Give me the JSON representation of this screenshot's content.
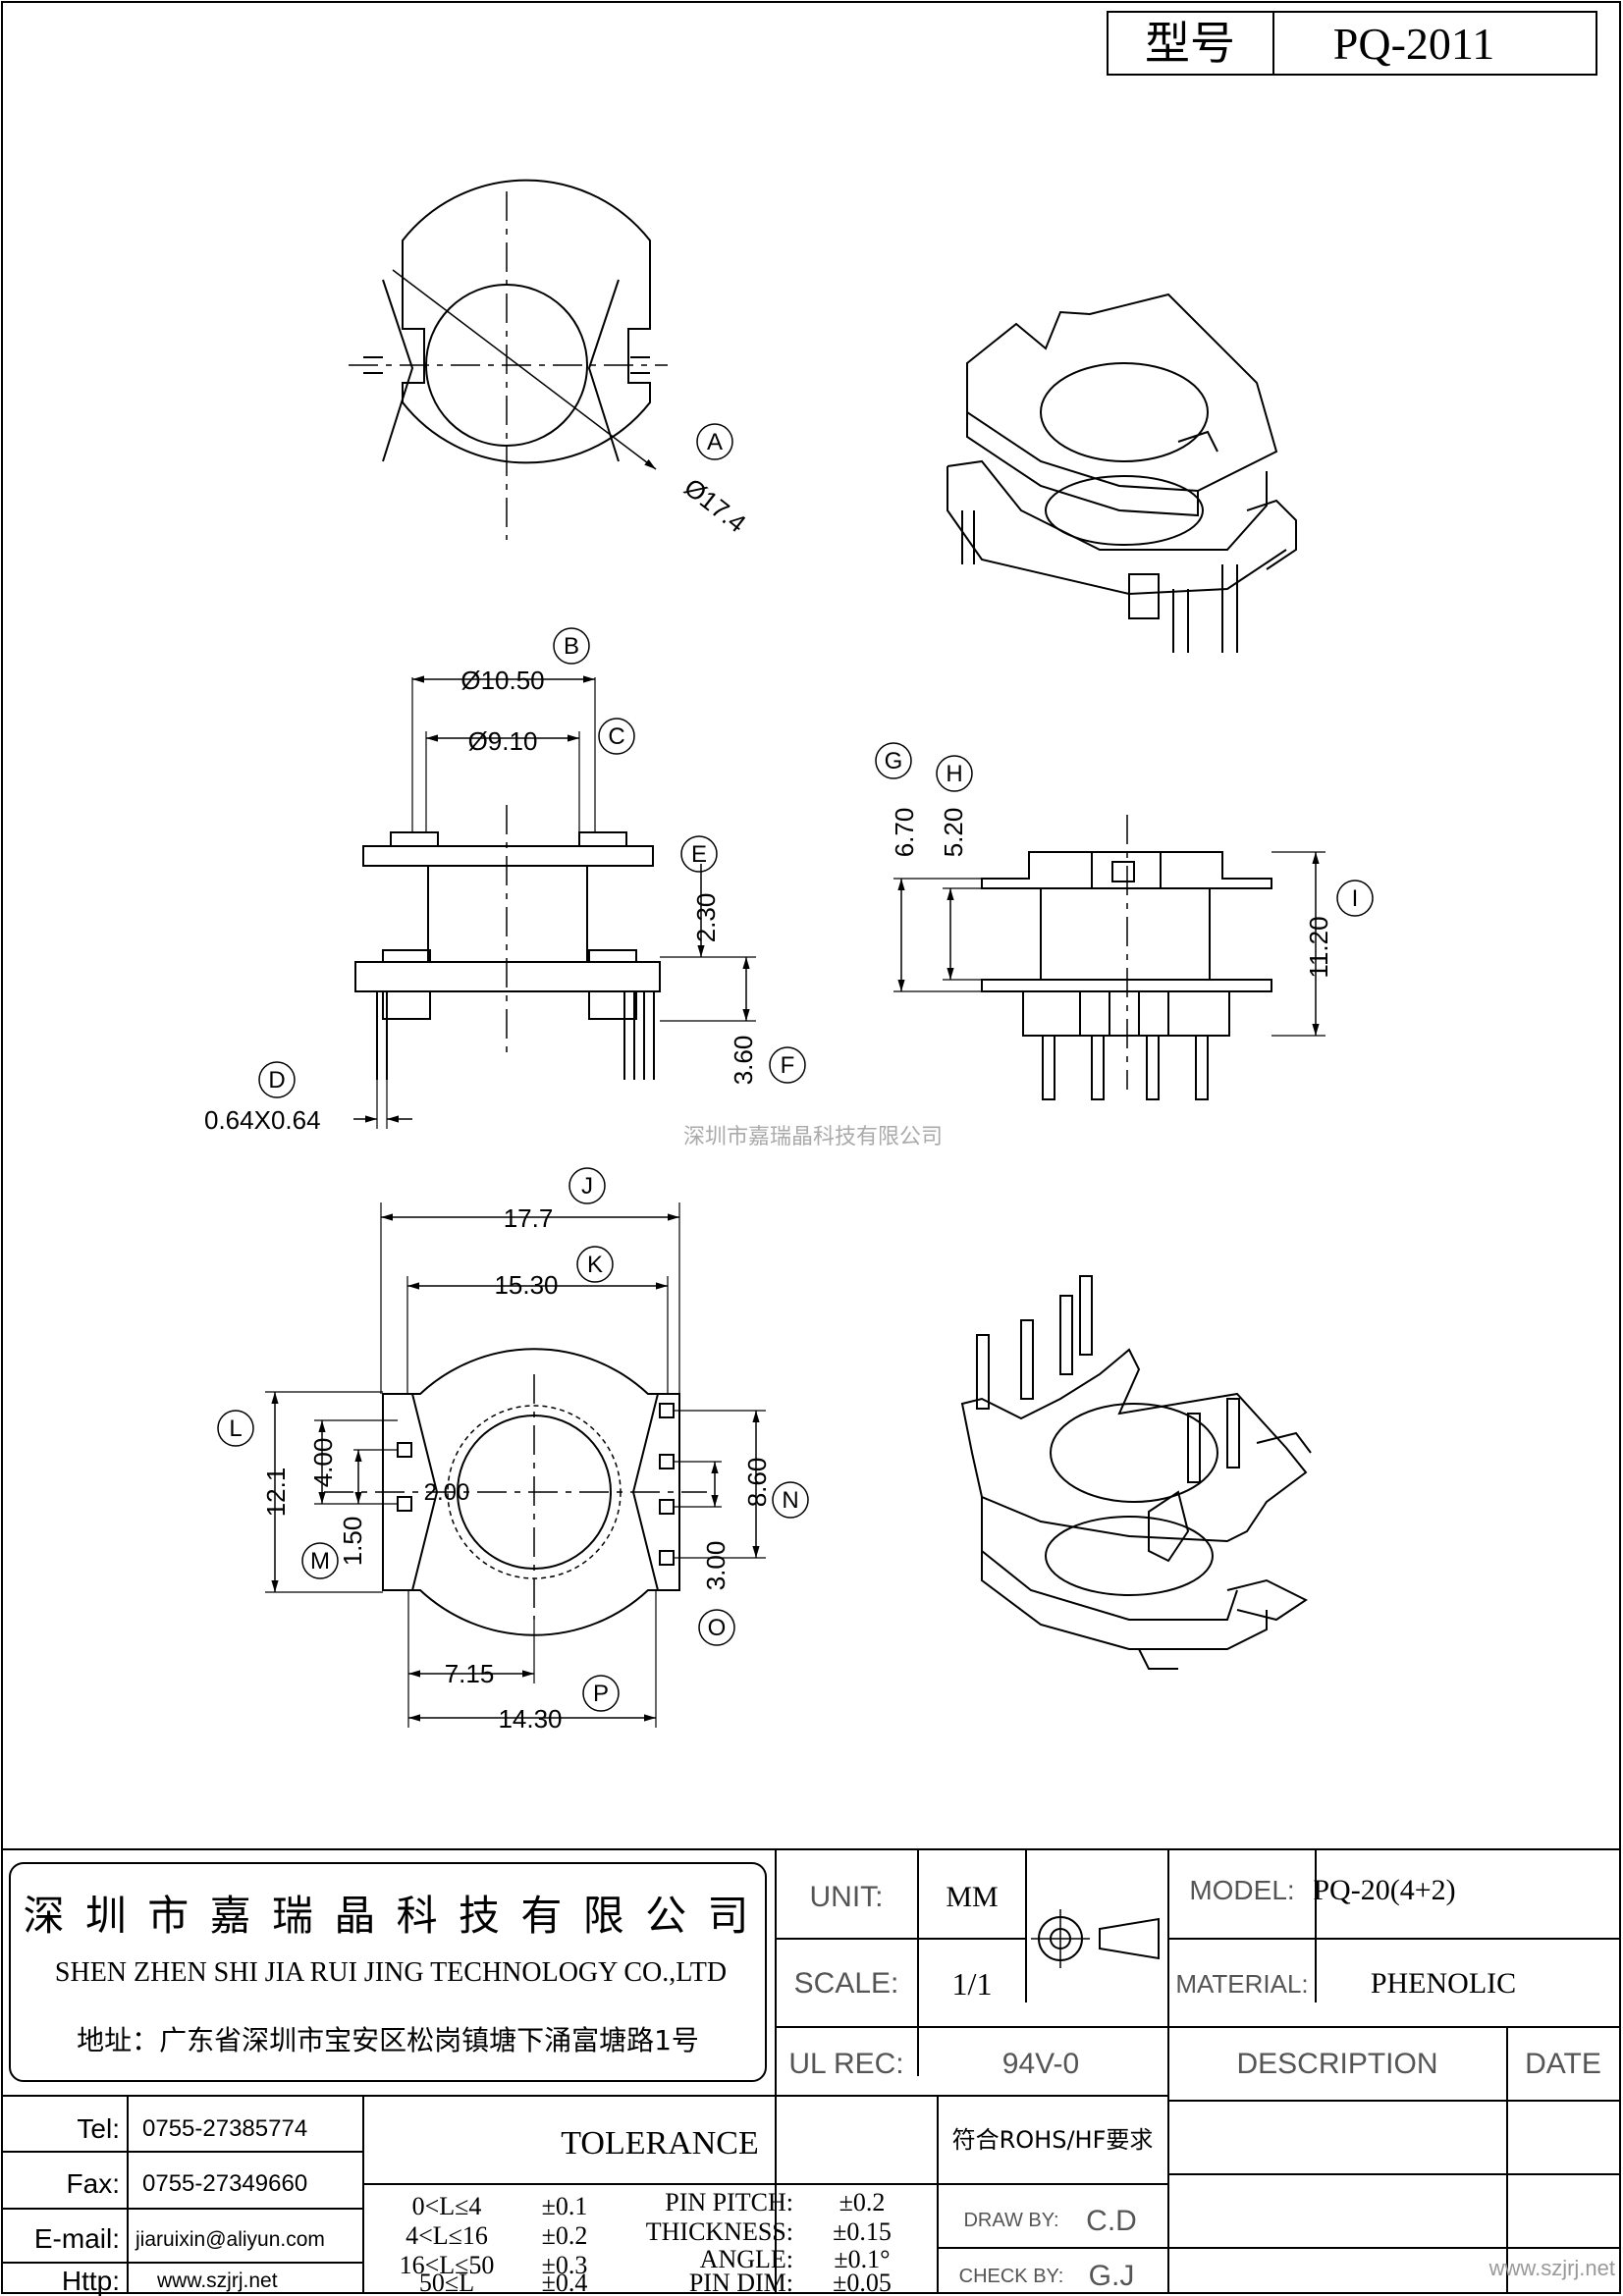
{
  "title_block": {
    "model_label": "型号",
    "model_value": "PQ-2011"
  },
  "views": {
    "top_view": {
      "callout": "A",
      "diameter": "Ø17.4"
    },
    "side_view": {
      "callouts": [
        "B",
        "C",
        "D",
        "E",
        "F"
      ],
      "dim_b": "Ø10.50",
      "dim_c": "Ø9.10",
      "dim_d": "0.64X0.64",
      "dim_e": "2.30",
      "dim_f": "3.60"
    },
    "front_view": {
      "callouts": [
        "G",
        "H",
        "I"
      ],
      "dim_g": "6.70",
      "dim_h": "5.20",
      "dim_i": "11.20"
    },
    "bottom_view": {
      "callouts": [
        "J",
        "K",
        "L",
        "M",
        "N",
        "O",
        "P"
      ],
      "dim_j": "17.7",
      "dim_k": "15.30",
      "dim_l": "12.1",
      "dim_m": "1.50",
      "dim_4": "4.00",
      "dim_2": "2.00",
      "dim_n": "8.60",
      "dim_o": "3.00",
      "dim_p1": "7.15",
      "dim_p2": "14.30"
    }
  },
  "watermark_center": "深圳市嘉瑞晶科技有限公司",
  "company": {
    "name_cn": "深 圳 市 嘉 瑞 晶 科 技 有 限 公 司",
    "name_en": "SHEN ZHEN SHI   JIA RUI JING   TECHNOLOGY CO.,LTD",
    "address": "地址：广东省深圳市宝安区松岗镇塘下涌富塘路1号"
  },
  "contacts": [
    {
      "label": "Tel:",
      "value": "0755-27385774"
    },
    {
      "label": "Fax:",
      "value": "0755-27349660"
    },
    {
      "label": "E-mail:",
      "value": "jiaruixin@aliyun.com"
    },
    {
      "label": "Http:",
      "value": "www.szjrj.net"
    }
  ],
  "specs": {
    "unit_label": "UNIT:",
    "unit_value": "MM",
    "scale_label": "SCALE:",
    "scale_value": "1/1",
    "ul_label": "UL REC:",
    "ul_value": "94V-0",
    "model_label": "MODEL:",
    "model_value": "PQ-20(4+2)",
    "material_label": "MATERIAL:",
    "material_value": "PHENOLIC",
    "description_label": "DESCRIPTION",
    "date_label": "DATE",
    "rohs": "符合ROHS/HF要求",
    "draw_label": "DRAW BY:",
    "draw_value": "C.D",
    "check_label": "CHECK BY:",
    "check_value": "G.J"
  },
  "tolerance": {
    "title": "TOLERANCE",
    "rows": [
      {
        "range": "0<L≤4",
        "value": "±0.1",
        "name": "PIN PITCH:",
        "tol": "±0.2"
      },
      {
        "range": "4<L≤16",
        "value": "±0.2",
        "name": "THICKNESS:",
        "tol": "±0.15"
      },
      {
        "range": "16<L≤50",
        "value": "±0.3",
        "name": "ANGLE:",
        "tol": "±0.1°"
      },
      {
        "range": "50≤L",
        "value": "±0.4",
        "name": "PIN DIM:",
        "tol": "±0.05"
      }
    ]
  },
  "watermark_corner": "www.szjrj.net"
}
